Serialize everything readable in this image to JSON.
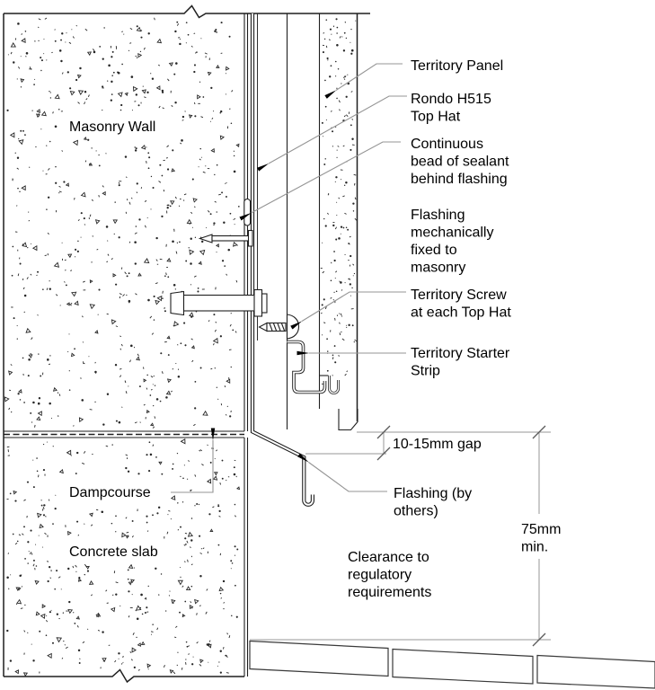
{
  "diagram": {
    "region_labels": {
      "masonry_wall": "Masonry Wall",
      "dampcourse": "Dampcourse",
      "concrete_slab": "Concrete slab"
    },
    "callouts": {
      "territory_panel": {
        "lines": [
          "Territory Panel"
        ]
      },
      "top_hat": {
        "lines": [
          "Rondo H515",
          "Top Hat"
        ]
      },
      "sealant": {
        "lines": [
          "Continuous",
          "bead of sealant",
          "behind flashing"
        ]
      },
      "flashing_fixed": {
        "lines": [
          "Flashing",
          "mechanically",
          "fixed to",
          "masonry"
        ]
      },
      "territory_screw": {
        "lines": [
          "Territory Screw",
          "at each Top Hat"
        ]
      },
      "starter_strip": {
        "lines": [
          "Territory Starter",
          "Strip"
        ]
      },
      "flashing_by_others": {
        "lines": [
          "Flashing (by",
          "others)"
        ]
      }
    },
    "dimensions": {
      "gap": {
        "label": "10-15mm gap"
      },
      "clearance": {
        "lines": [
          "75mm",
          "min."
        ]
      },
      "clearance_note": {
        "lines": [
          "Clearance to",
          "regulatory",
          "requirements"
        ]
      }
    },
    "colors": {
      "line": "#1f1f1f",
      "leader": "#949494",
      "text": "#000000",
      "background": "#ffffff"
    }
  }
}
